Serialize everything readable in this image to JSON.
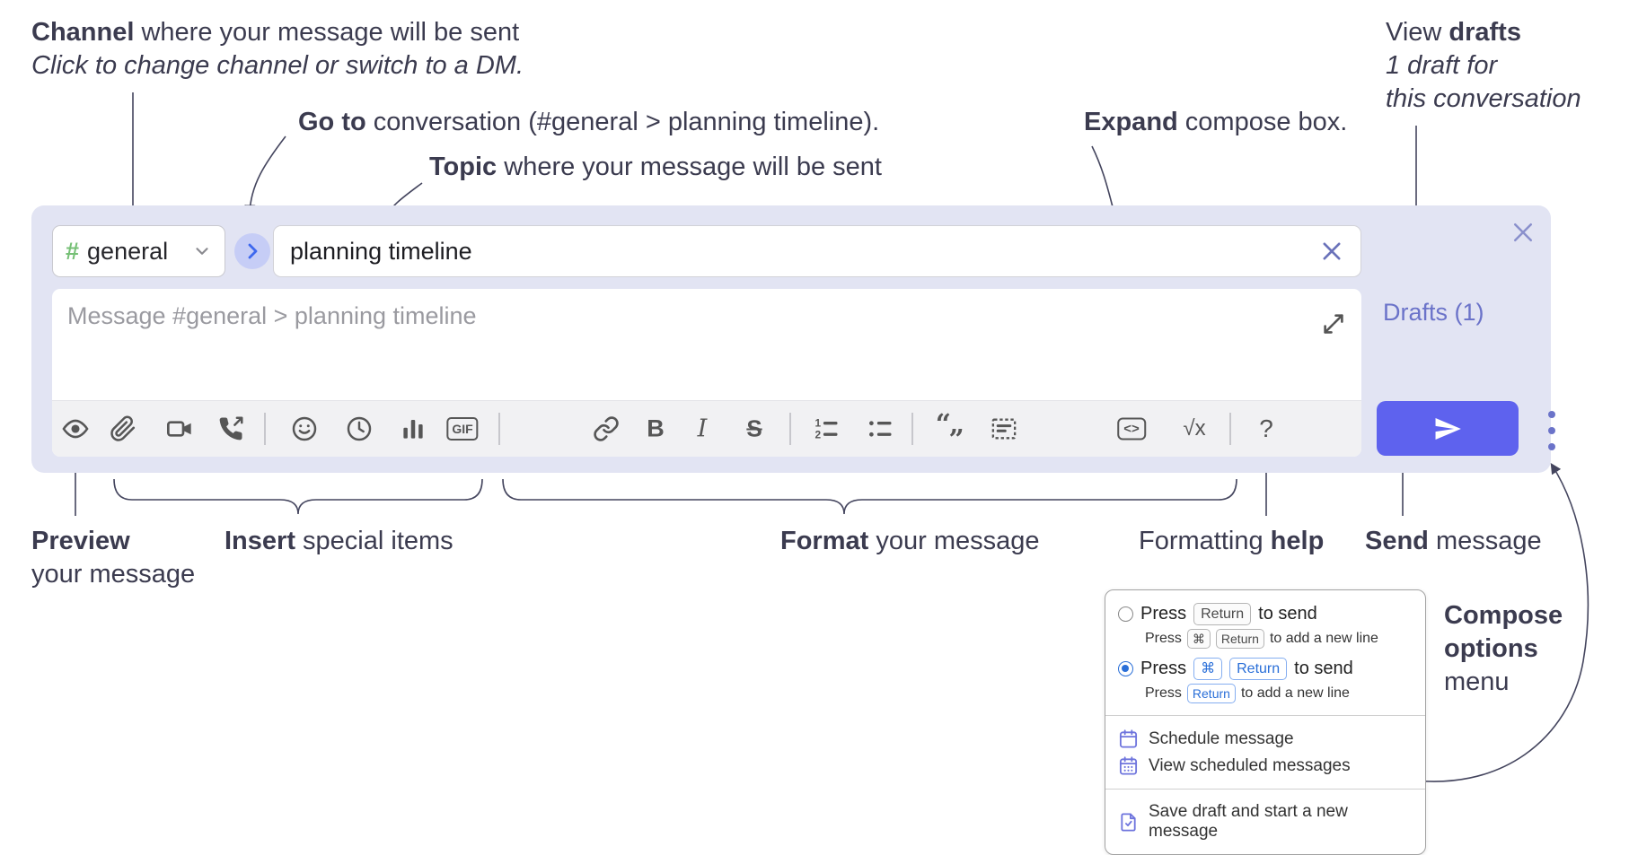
{
  "annotations": {
    "channel": {
      "lead": "Channel",
      "rest": " where your message will be sent",
      "sub": "Click to change channel or switch to a DM."
    },
    "go_to": {
      "lead": "Go to",
      "rest": " conversation (#general > planning timeline)."
    },
    "topic": {
      "lead": "Topic",
      "rest": " where your message will be sent"
    },
    "expand": {
      "lead": "Expand",
      "rest": " compose box."
    },
    "view_drafts": {
      "pre": "View ",
      "lead": "drafts",
      "sub1": "1 draft for",
      "sub2": "this conversation"
    },
    "preview": {
      "lead": "Preview",
      "rest": "your message"
    },
    "insert": {
      "lead": "Insert",
      "rest": " special items"
    },
    "format": {
      "lead": "Format",
      "rest": " your message"
    },
    "formatting_help": {
      "pre": "Formatting ",
      "lead": "help"
    },
    "send": {
      "lead": "Send",
      "rest": " message"
    },
    "compose_options": {
      "line1": "Compose",
      "line2": "options",
      "line3": "menu"
    }
  },
  "compose": {
    "channel_hash": "#",
    "channel_name": "general",
    "topic_value": "planning timeline",
    "message_placeholder": "Message #general > planning timeline",
    "drafts_label": "Drafts (1)",
    "toolbar": {
      "gif": "GIF",
      "bold": "B",
      "italic": "I",
      "strike": "S",
      "quote": "“„",
      "code": "<>",
      "math": "√x",
      "help": "?",
      "ol1": "1",
      "ol2": "2",
      "icon_names": [
        "preview-eye",
        "attach-paperclip",
        "video-call-camera",
        "voice-call-phone",
        "emoji-smiley",
        "global-time-clock",
        "poll-bar-chart",
        "gif-badge",
        "link-chain",
        "bold",
        "italic",
        "strikethrough",
        "numbered-list",
        "bulleted-list",
        "quote",
        "spoiler",
        "code",
        "math",
        "help-question"
      ]
    }
  },
  "popup": {
    "press": "Press",
    "to_send": "to send",
    "to_new_line": "to add a new line",
    "key_return": "Return",
    "key_cmd": "⌘",
    "items": {
      "schedule": "Schedule message",
      "view_scheduled": "View scheduled messages",
      "save_draft": "Save draft and start a new message"
    }
  },
  "colors": {
    "container_lavender": "#e2e4f3",
    "send_button": "#5e62ee",
    "drafts_purple": "#6b73c9",
    "hash_green": "#76c076",
    "go_to_blue": "#3e68ee",
    "radio_blue": "#2a6fd8",
    "menu_icon_purple": "#6e74dd"
  }
}
